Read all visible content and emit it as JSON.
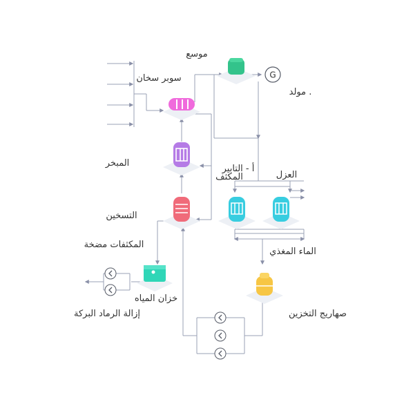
{
  "diagram": {
    "labels": {
      "expander": "موسع",
      "generator": "مولد .",
      "superheater": "سوبر سخان",
      "evaporator": "المبخر",
      "condenser": "المكثف",
      "pipe_ejector": "أ - التابير",
      "separator": "العزل",
      "heating": "التسخين",
      "condensate_pump": "المكثفات مضخة",
      "feed_water": "الماء المغذي",
      "water_tank": "خزان المياه",
      "ash_removal": "إزالة الرماد البركة",
      "storage_tanks": "صهاريج التخزين"
    },
    "generator_symbol": "G",
    "colors": {
      "line": "#9aa0b4",
      "arrow": "#8a90a8",
      "expander": "#33c38b",
      "superheater": "#f06adc",
      "evaporator": "#b57be6",
      "heating": "#f06b7a",
      "condenser": "#38cde0",
      "water_tank": "#2fd6b7",
      "storage": "#f7c644",
      "platform": "#edf0f5"
    }
  }
}
